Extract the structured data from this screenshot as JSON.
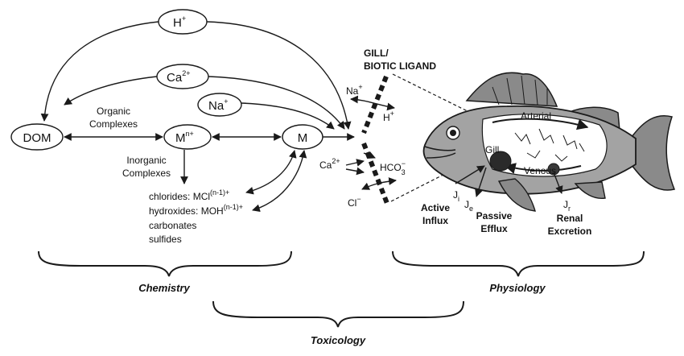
{
  "nodes": {
    "h_plus": {
      "base": "H",
      "sup": "+"
    },
    "ca": {
      "base": "Ca",
      "sup": "2+"
    },
    "na": {
      "base": "Na",
      "sup": "+"
    },
    "dom": "DOM",
    "mn": {
      "base": "M",
      "sup": "n+"
    },
    "m": "M"
  },
  "labels": {
    "organic_complexes": [
      "Organic",
      "Complexes"
    ],
    "inorganic_complexes": [
      "Inorganic",
      "Complexes"
    ],
    "species": {
      "chlorides": {
        "text": "chlorides: MCl",
        "sup": "(n-1)+"
      },
      "hydroxides": {
        "text": "hydroxides: MOH",
        "sup": "(n-1)+"
      },
      "carbonates": "carbonates",
      "sulfides": "sulfides"
    },
    "gill_title": [
      "GILL/",
      "BIOTIC LIGAND"
    ],
    "ion_na": {
      "base": "Na",
      "sup": "+"
    },
    "ion_h": {
      "base": "H",
      "sup": "+"
    },
    "ion_ca": {
      "base": "Ca",
      "sup": "2+"
    },
    "ion_hco3": {
      "base": "HCO",
      "sub": "3",
      "sup": "−"
    },
    "ion_cl": {
      "base": "Cl",
      "sup": "−"
    },
    "fish": {
      "arterial": "Arterial",
      "venous": "Venous",
      "gill": "Gill"
    },
    "fluxes": {
      "ji": {
        "base": "J",
        "sub": "i"
      },
      "je": {
        "base": "J",
        "sub": "e"
      },
      "jr": {
        "base": "J",
        "sub": "r"
      },
      "active_influx": [
        "Active",
        "Influx"
      ],
      "passive_efflux": [
        "Passive",
        "Efflux"
      ],
      "renal_excretion": [
        "Renal",
        "Excretion"
      ]
    }
  },
  "sections": {
    "chemistry": "Chemistry",
    "physiology": "Physiology",
    "toxicology": "Toxicology"
  }
}
